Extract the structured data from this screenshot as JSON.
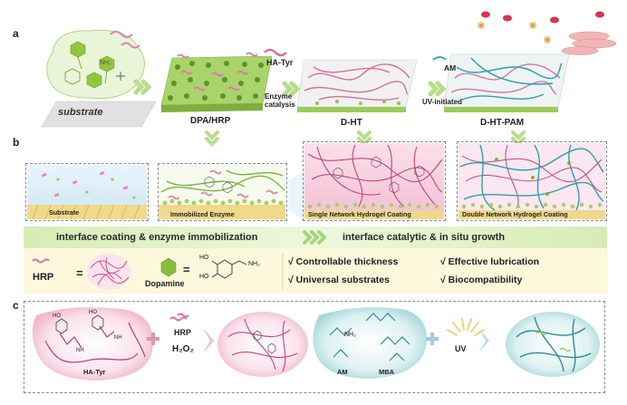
{
  "panel_a": {
    "letter": "a",
    "substrate_label": "substrate",
    "nh2_label": "NH₂",
    "dpa_hrp_label": "DPA/HRP",
    "ha_tyr_label": "HA-Tyr",
    "enzyme_catalysis_label": "Enzyme\ncatalysis",
    "d_ht_label": "D-HT",
    "am_label": "AM",
    "uv_initiated_label": "UV-initiated",
    "d_ht_pam_label": "D-HT-PAM"
  },
  "panel_b": {
    "letter": "b",
    "boxes": [
      {
        "label": "Substrate"
      },
      {
        "label": "Immobilized Enzyme"
      },
      {
        "label": "Single Network Hydrogel Coating"
      },
      {
        "label": "Double Network Hydrogel Coating"
      }
    ],
    "band_left": "interface coating & enzyme immobilization",
    "band_right": "interface catalytic & in situ growth",
    "legend": {
      "hrp": "HRP",
      "equals": "=",
      "dopamine": "Dopamine",
      "ho_top": "HO",
      "ho_bottom": "HO",
      "nh2": "NH₂"
    },
    "features": [
      "√  Controllable thickness",
      "√  Effective lubrication",
      "√  Universal substrates",
      "√  Biocompatibility"
    ]
  },
  "panel_c": {
    "letter": "c",
    "ha_tyr_label": "HA-Tyr",
    "ho_1": "HO",
    "ho_2": "HO",
    "nh_1": "NH",
    "nh_2": "NH",
    "plus_1": "+",
    "hrp_label": "HRP",
    "h2o2_label": "H₂O₂",
    "nh2_label": "NH₂",
    "am_label": "AM",
    "mba_label": "MBA",
    "plus_2": "+",
    "uv_label": "UV"
  },
  "colors": {
    "green": "#8cbf3f",
    "pink": "#e05a8a",
    "light_pink": "#f5c9d9",
    "teal": "#3aa8b4",
    "band_green": "#dff0c4",
    "band_cream": "#fbf7d8"
  }
}
